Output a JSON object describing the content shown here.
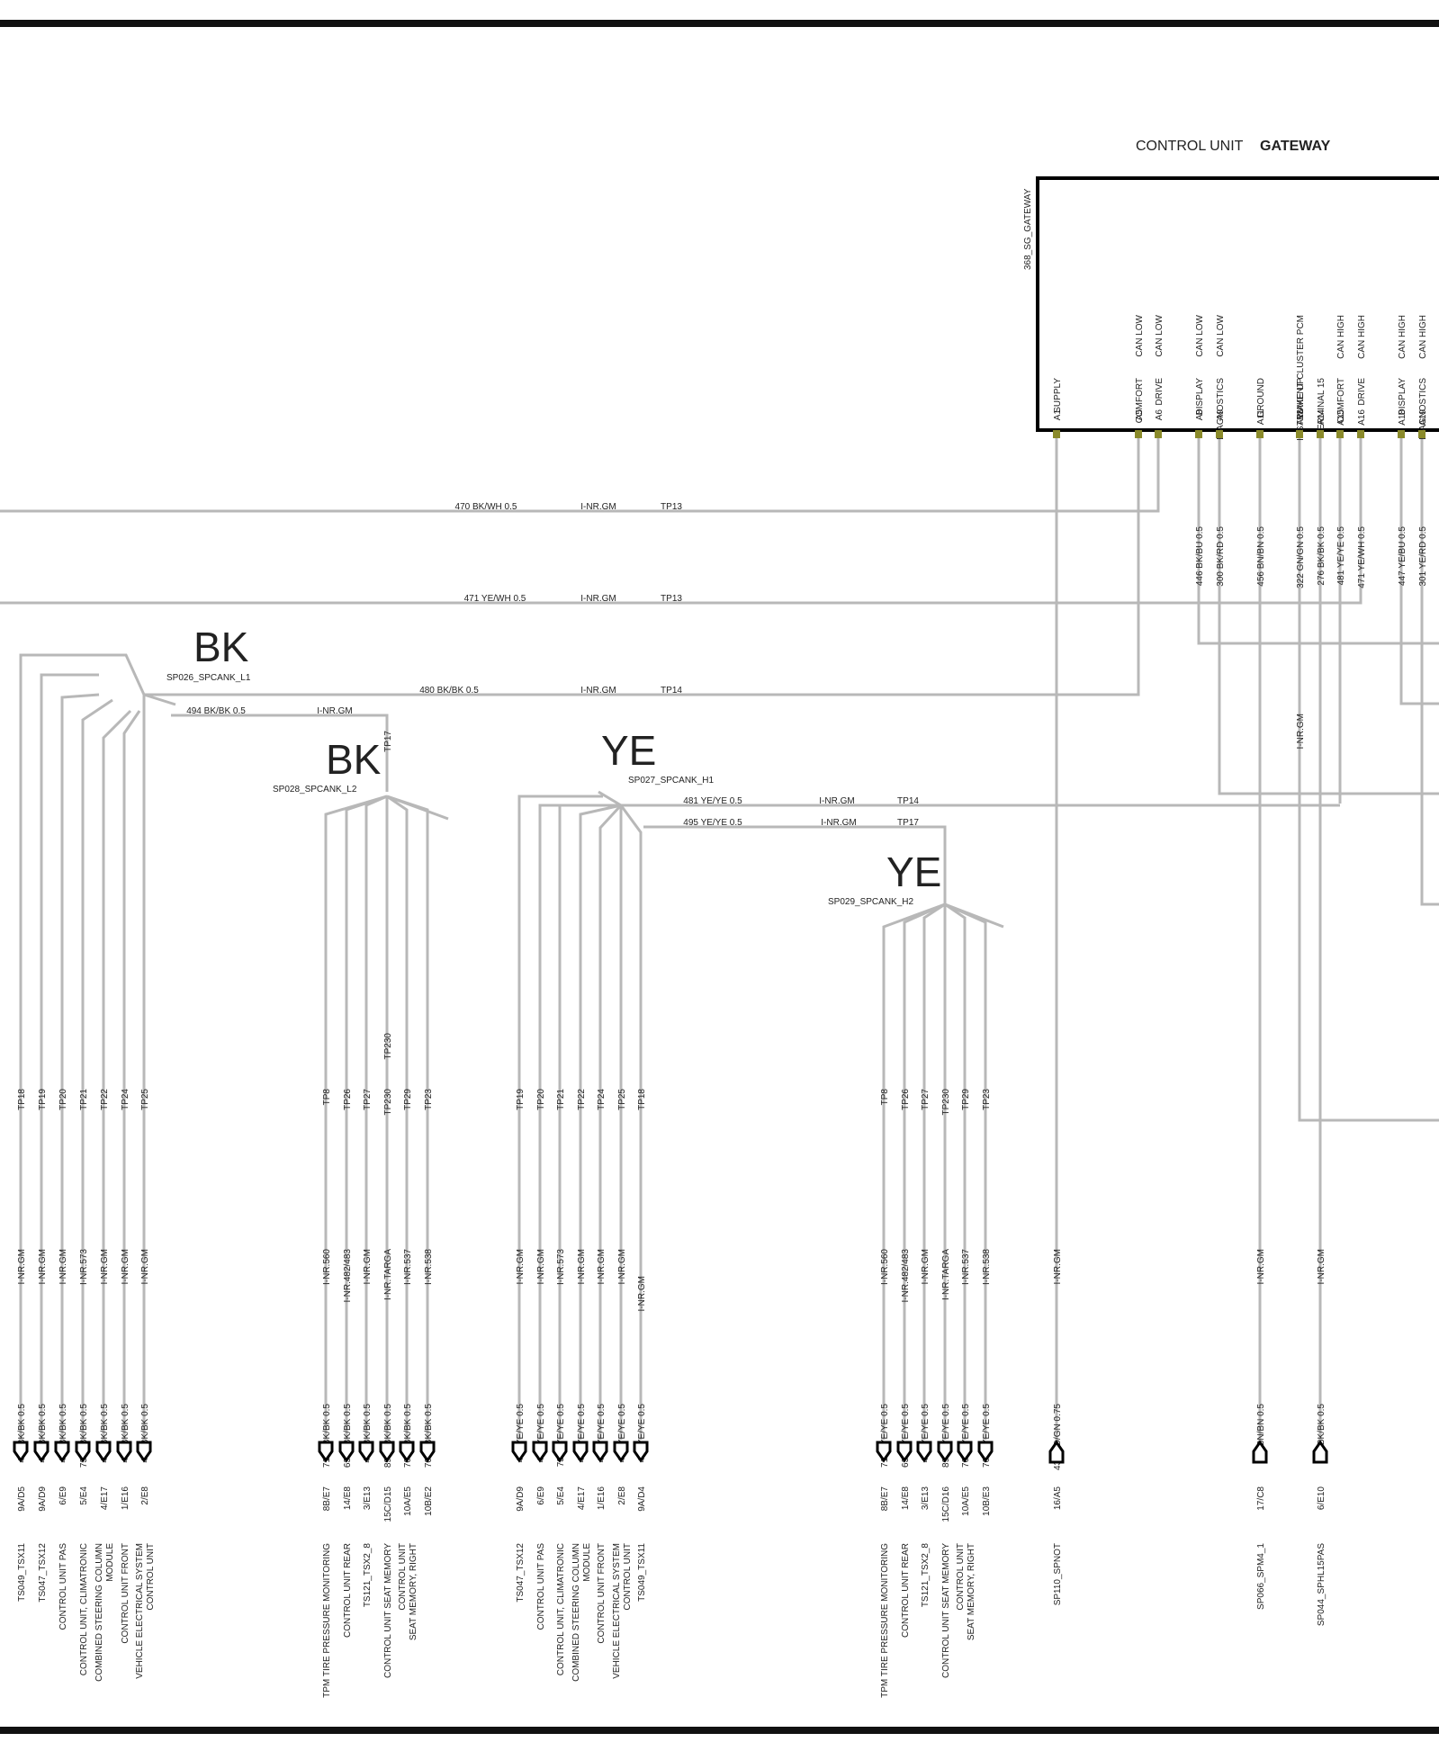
{
  "gateway": {
    "title_prefix": "CONTROL UNIT",
    "title_name": "GATEWAY",
    "device_id": "368_SG_GATEWAY",
    "pins": [
      {
        "pin": "A1",
        "func": "SUPPLY",
        "sig": ""
      },
      {
        "pin": "A5",
        "func": "COMFORT",
        "sig": "CAN LOW"
      },
      {
        "pin": "A6",
        "func": "DRIVE",
        "sig": "CAN LOW"
      },
      {
        "pin": "A8",
        "func": "DISPLAY",
        "sig": "CAN LOW"
      },
      {
        "pin": "A9",
        "func": "DIAGNOSTICS",
        "sig": "CAN LOW"
      },
      {
        "pin": "A11",
        "func": "GROUND",
        "sig": ""
      },
      {
        "pin": "A13",
        "func": "WAKE UP",
        "sig": "INSTRUMENT CLUSTER  PCM"
      },
      {
        "pin": "A14",
        "func": "TERMINAL 15",
        "sig": ""
      },
      {
        "pin": "A15",
        "func": "COMFORT",
        "sig": "CAN HIGH"
      },
      {
        "pin": "A16",
        "func": "DRIVE",
        "sig": "CAN HIGH"
      },
      {
        "pin": "A18",
        "func": "DISPLAY",
        "sig": "CAN HIGH"
      },
      {
        "pin": "A19",
        "func": "DIAGNOSTICS",
        "sig": "CAN HIGH"
      }
    ]
  },
  "harness_wires": [
    {
      "id": "w470",
      "label": "470 BK/WH 0.5",
      "conn": "I-NR.GM",
      "tp": "TP13"
    },
    {
      "id": "w471",
      "label": "471 YE/WH 0.5",
      "conn": "I-NR.GM",
      "tp": "TP13"
    },
    {
      "id": "w480",
      "label": "480 BK/BK 0.5",
      "conn": "I-NR.GM",
      "tp": "TP14"
    },
    {
      "id": "w494",
      "label": "494 BK/BK 0.5",
      "conn": "I-NR.GM",
      "tp": "TP17"
    },
    {
      "id": "w481h",
      "label": "481 YE/YE 0.5",
      "conn": "I-NR.GM",
      "tp": "TP14"
    },
    {
      "id": "w495",
      "label": "495 YE/YE 0.5",
      "conn": "I-NR.GM",
      "tp": "TP17"
    }
  ],
  "gateway_wire_labels": [
    "446 BK/BU 0.5",
    "300 BK/RD 0.5",
    "456 BN/BN 0.5",
    "322 GN/GN 0.5",
    "276 BK/BK 0.5",
    "481 YE/YE 0.5",
    "471 YE/WH 0.5",
    "447 YE/BU 0.5",
    "301 YE/RD 0.5"
  ],
  "vertical_conn_a13": "I-NR.GM",
  "splices": [
    {
      "id": "sp026",
      "color": "BK",
      "name": "SP026_SPCANK_L1"
    },
    {
      "id": "sp028",
      "color": "BK",
      "name": "SP028_SPCANK_L2"
    },
    {
      "id": "sp027",
      "color": "YE",
      "name": "SP027_SPCANK_H1"
    },
    {
      "id": "sp029",
      "color": "YE",
      "name": "SP029_SPCANK_H2"
    }
  ],
  "extra_labels": {
    "tp230_a": "TP230",
    "tp230_b": "TP230",
    "inr_extra": "I-NR.GM"
  },
  "branches": [
    {
      "group": "g1",
      "tp": "TP18",
      "conn": "I-NR.GM",
      "wire": "482 BK/BK 0.5",
      "pin": "9A/D5",
      "dest": [
        "TS049_TSX11"
      ]
    },
    {
      "group": "g1",
      "tp": "TP19",
      "conn": "I-NR.GM",
      "wire": "484 BK/BK 0.5",
      "pin": "9A/D9",
      "dest": [
        "TS047_TSX12"
      ]
    },
    {
      "group": "g1",
      "tp": "TP20",
      "conn": "I-NR.GM",
      "wire": "486 BK/BK 0.5",
      "pin": "6/E9",
      "dest": [
        "CONTROL UNIT PAS"
      ]
    },
    {
      "group": "g1",
      "tp": "TP21",
      "conn": "I-NR.573",
      "wire": "7310 BK/BK 0.5",
      "pin": "5/E4",
      "dest": [
        "CONTROL UNIT, CLIMATRONIC"
      ]
    },
    {
      "group": "g1",
      "tp": "TP22",
      "conn": "I-NR.GM",
      "wire": "488 BK/BK 0.5",
      "pin": "4/E17",
      "dest": [
        "COMBINED STEERING COLUMN",
        "MODULE"
      ]
    },
    {
      "group": "g1",
      "tp": "TP24",
      "conn": "I-NR.GM",
      "wire": "490 BK/BK 0.5",
      "pin": "1/E16",
      "dest": [
        "CONTROL UNIT FRONT"
      ]
    },
    {
      "group": "g1",
      "tp": "TP25",
      "conn": "I-NR.GM",
      "wire": "492 BK/BK 0.5",
      "pin": "2/E8",
      "dest": [
        "VEHICLE ELECTRICAL SYSTEM",
        "CONTROL UNIT"
      ]
    },
    {
      "group": "g2",
      "tp": "TP8",
      "conn": "I-NR.560",
      "wire": "7166 BK/BK 0.5",
      "pin": "8B/E7",
      "dest": [
        "TPM TIRE PRESSURE MONITORING"
      ]
    },
    {
      "group": "g2",
      "tp": "TP26",
      "conn": "I-NR.482/483",
      "wire": "6326 BK/BK 0.5",
      "pin": "14/E8",
      "dest": [
        "CONTROL UNIT REAR"
      ]
    },
    {
      "group": "g2",
      "tp": "TP27",
      "conn": "I-NR.GM",
      "wire": "496 BK/BK 0.5",
      "pin": "3/E13",
      "dest": [
        "TS121_TSX2_8"
      ]
    },
    {
      "group": "g2",
      "tp": "TP230",
      "conn": "I-NR.TARGA",
      "wire": "8924 BK/BK 0.5",
      "pin": "15C/D15",
      "dest": [
        "CONTROL UNIT SEAT MEMORY"
      ]
    },
    {
      "group": "g2",
      "tp": "TP29",
      "conn": "I-NR.537",
      "wire": "7021 BK/BK 0.5",
      "pin": "10A/E5",
      "dest": [
        "CONTROL UNIT",
        "SEAT MEMORY, RIGHT"
      ]
    },
    {
      "group": "g2",
      "tp": "TP23",
      "conn": "I-NR.538",
      "wire": "7043 BK/BK 0.5",
      "pin": "10B/E2",
      "dest": []
    },
    {
      "group": "g3",
      "tp": "TP19",
      "conn": "I-NR.GM",
      "wire": "485 YE/YE 0.5",
      "pin": "9A/D9",
      "dest": [
        "TS047_TSX12"
      ]
    },
    {
      "group": "g3",
      "tp": "TP20",
      "conn": "I-NR.GM",
      "wire": "487 YE/YE 0.5",
      "pin": "6/E9",
      "dest": [
        "CONTROL UNIT PAS"
      ]
    },
    {
      "group": "g3",
      "tp": "TP21",
      "conn": "I-NR.573",
      "wire": "7311 YE/YE 0.5",
      "pin": "5/E4",
      "dest": [
        "CONTROL UNIT, CLIMATRONIC"
      ]
    },
    {
      "group": "g3",
      "tp": "TP22",
      "conn": "I-NR.GM",
      "wire": "489 YE/YE 0.5",
      "pin": "4/E17",
      "dest": [
        "COMBINED STEERING COLUMN",
        "MODULE"
      ]
    },
    {
      "group": "g3",
      "tp": "TP24",
      "conn": "I-NR.GM",
      "wire": "491 YE/YE 0.5",
      "pin": "1/E16",
      "dest": [
        "CONTROL UNIT FRONT"
      ]
    },
    {
      "group": "g3",
      "tp": "TP25",
      "conn": "I-NR.GM",
      "wire": "493 YE/YE 0.5",
      "pin": "2/E8",
      "dest": [
        "VEHICLE ELECTRICAL SYSTEM",
        "CONTROL UNIT"
      ]
    },
    {
      "group": "g3",
      "tp": "TP18",
      "conn": "",
      "wire": "483 YE/YE 0.5",
      "pin": "9A/D4",
      "dest": [
        "TS049_TSX11"
      ]
    },
    {
      "group": "g4",
      "tp": "TP8",
      "conn": "I-NR.560",
      "wire": "7167 YE/YE 0.5",
      "pin": "8B/E7",
      "dest": [
        "TPM TIRE PRESSURE MONITORING"
      ]
    },
    {
      "group": "g4",
      "tp": "TP26",
      "conn": "I-NR.482/483",
      "wire": "6327 YE/YE 0.5",
      "pin": "14/E8",
      "dest": [
        "CONTROL UNIT REAR"
      ]
    },
    {
      "group": "g4",
      "tp": "TP27",
      "conn": "I-NR.GM",
      "wire": "497 YE/YE 0.5",
      "pin": "3/E13",
      "dest": [
        "TS121_TSX2_8"
      ]
    },
    {
      "group": "g4",
      "tp": "TP230",
      "conn": "I-NR.TARGA",
      "wire": "8925 YE/YE 0.5",
      "pin": "15C/D16",
      "dest": [
        "CONTROL UNIT  SEAT  MEMORY"
      ]
    },
    {
      "group": "g4",
      "tp": "TP29",
      "conn": "I-NR.537",
      "wire": "7020 YE/YE 0.5",
      "pin": "10A/E5",
      "dest": [
        "CONTROL UNIT",
        "SEAT MEMORY, RIGHT"
      ]
    },
    {
      "group": "g4",
      "tp": "TP23",
      "conn": "I-NR.538",
      "wire": "7045 YE/YE 0.5",
      "pin": "10B/E3",
      "dest": []
    }
  ],
  "singles": [
    {
      "id": "s1",
      "conn": "I-NR.GM",
      "wire": "432 RD/GN 0.75",
      "pin": "16/A5",
      "dest": "SP110_SPNOT"
    },
    {
      "id": "s2",
      "conn": "I-NR.GM",
      "wire": "456 BN/BN 0.5",
      "pin": "17/C8",
      "dest": "SP066_SPM4_1"
    },
    {
      "id": "s3",
      "conn": "I-NR.GM",
      "wire": "276 BK/BK 0.5",
      "pin": "6/E10",
      "dest": "SP044_SPHL15PAS"
    }
  ]
}
